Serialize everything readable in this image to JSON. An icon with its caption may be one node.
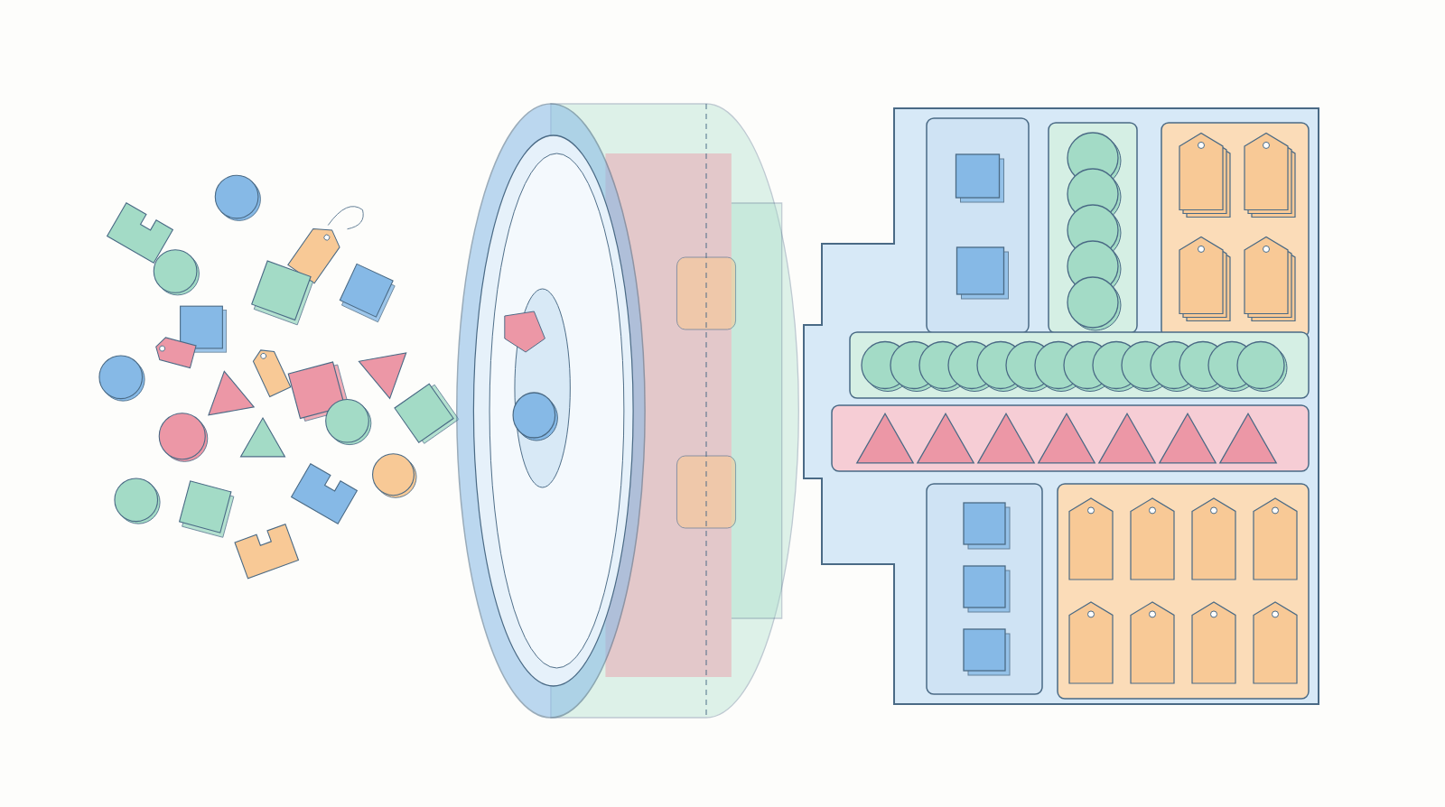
{
  "diagram": {
    "nodes": [
      {
        "text": [],
        "shape": "picture"
      },
      {
        "text": [],
        "shape": "cylinder"
      },
      {
        "text": [],
        "shape": "box"
      },
      {
        "text": [],
        "shape": "box",
        "in": 2
      },
      {
        "text": [],
        "shape": "box",
        "in": 2
      },
      {
        "text": [],
        "shape": "box",
        "in": 2
      },
      {
        "text": [],
        "shape": "bar",
        "in": 2
      },
      {
        "text": [],
        "shape": "bar",
        "in": 2
      },
      {
        "text": [],
        "shape": "box",
        "in": 2
      },
      {
        "text": [],
        "shape": "box",
        "in": 2
      }
    ]
  }
}
